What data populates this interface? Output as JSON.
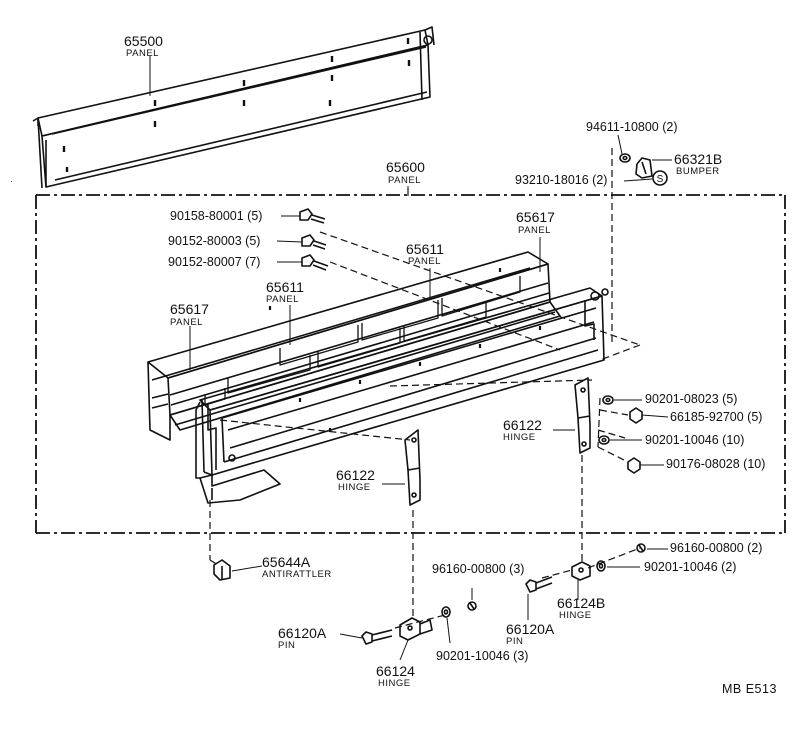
{
  "diagram": {
    "code": "MB E513",
    "labels": {
      "p65500": {
        "part": "65500",
        "name": "PANEL"
      },
      "p65600": {
        "part": "65600",
        "name": "PANEL"
      },
      "p65617a": {
        "part": "65617",
        "name": "PANEL"
      },
      "p65617b": {
        "part": "65617",
        "name": "PANEL"
      },
      "p65611a": {
        "part": "65611",
        "name": "PANEL"
      },
      "p65611b": {
        "part": "65611",
        "name": "PANEL"
      },
      "p66321b": {
        "part": "66321B",
        "name": "BUMPER"
      },
      "p66122a": {
        "part": "66122",
        "name": "HINGE"
      },
      "p66122b": {
        "part": "66122",
        "name": "HINGE"
      },
      "p65644a": {
        "part": "65644A",
        "name": "ANTIRATTLER"
      },
      "p66120a1": {
        "part": "66120A",
        "name": "PIN"
      },
      "p66120a2": {
        "part": "66120A",
        "name": "PIN"
      },
      "p66124": {
        "part": "66124",
        "name": "HINGE"
      },
      "p66124b": {
        "part": "66124B",
        "name": "HINGE"
      }
    },
    "fasteners": {
      "f94611": "94611-10800 (2)",
      "f93210": "93210-18016 (2)",
      "f90158": "90158-80001 (5)",
      "f90152a": "90152-80003 (5)",
      "f90152b": "90152-80007 (7)",
      "f90201a": "90201-08023 (5)",
      "f66185": "66185-92700 (5)",
      "f90201b": "90201-10046 (10)",
      "f90176": "90176-08028 (10)",
      "f96160a": "96160-00800 (2)",
      "f90201c": "90201-10046 (2)",
      "f96160b": "96160-00800 (3)",
      "f90201d": "90201-10046 (3)"
    },
    "symbols": {
      "s_mark": "S"
    }
  }
}
